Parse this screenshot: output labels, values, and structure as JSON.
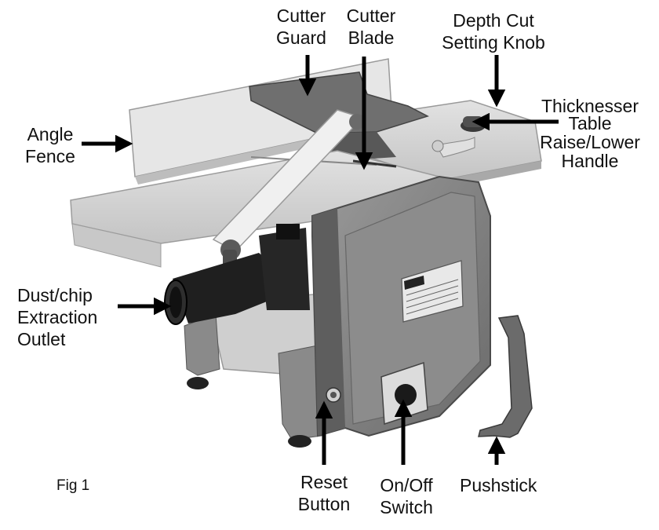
{
  "figure": {
    "caption": "Fig 1"
  },
  "labels": {
    "cutter_guard": [
      "Cutter",
      "Guard"
    ],
    "cutter_blade": [
      "Cutter",
      "Blade"
    ],
    "depth_cut": [
      "Depth Cut",
      "Setting Knob"
    ],
    "thicknesser": [
      "Thicknesser",
      "Table",
      "Raise/Lower",
      "Handle"
    ],
    "angle_fence": [
      "Angle",
      "Fence"
    ],
    "dust_outlet": [
      "Dust/chip",
      "Extraction",
      "Outlet"
    ],
    "reset_button": [
      "Reset",
      "Button"
    ],
    "on_off_switch": [
      "On/Off",
      "Switch"
    ],
    "pushstick": [
      "Pushstick"
    ]
  },
  "colors": {
    "machine_body": "#7d7d7d",
    "table_surface": "#d8d8d8",
    "fence": "#e4e4e4",
    "dark_parts": "#1c1c1c",
    "arrow": "#000000"
  }
}
